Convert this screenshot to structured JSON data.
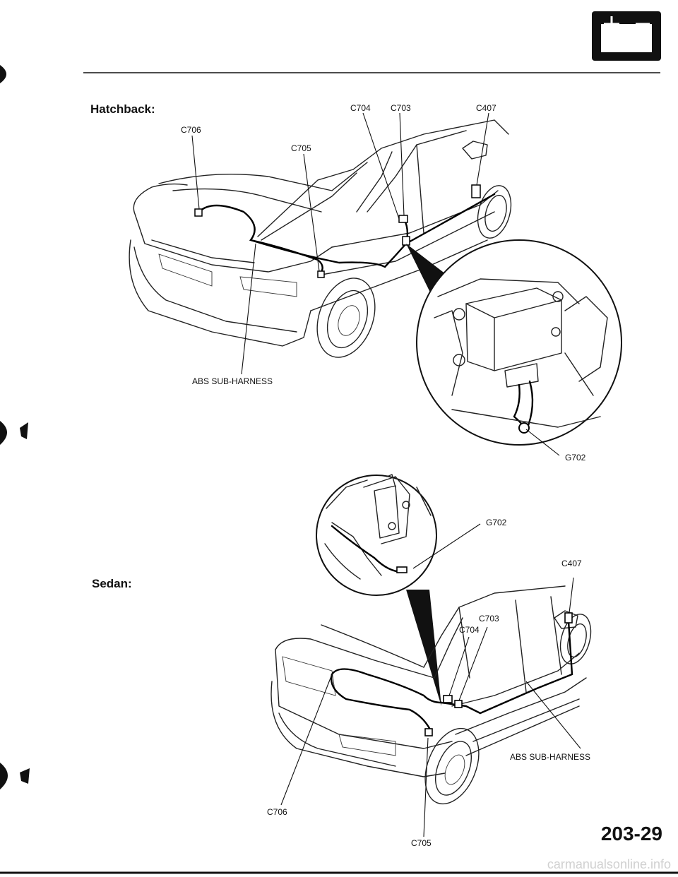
{
  "page_number": "203-29",
  "watermark": "carmanualsonline.info",
  "battery_icon": "battery-icon",
  "hatchback": {
    "title": "Hatchback:",
    "labels": {
      "c704": "C704",
      "c703": "C703",
      "c407": "C407",
      "c706": "C706",
      "c705": "C705",
      "abs_sub_harness": "ABS SUB-HARNESS",
      "g702": "G702"
    }
  },
  "sedan": {
    "title": "Sedan:",
    "labels": {
      "g702": "G702",
      "c407": "C407",
      "c703": "C703",
      "c704": "C704",
      "abs_sub_harness": "ABS SUB-HARNESS",
      "c706": "C706",
      "c705": "C705"
    }
  }
}
